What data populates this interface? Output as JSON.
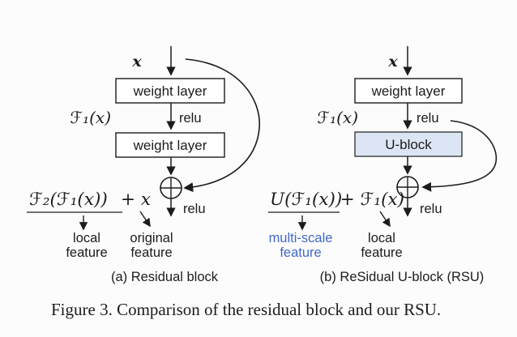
{
  "figure": {
    "caption": "Figure 3. Comparison of the residual block and our RSU.",
    "colors": {
      "ink": "#1c1c1c",
      "ublock_fill": "#dce5f4",
      "multiscale_text": "#4168c8"
    },
    "panel_a": {
      "caption": "(a) Residual block",
      "input_label": "x",
      "weight_layer_1": "weight layer",
      "relu_top": "relu",
      "f1_label": "ℱ₁(x)",
      "weight_layer_2": "weight layer",
      "relu_bottom": "relu",
      "formula_underlined": "ℱ₂(ℱ₁(x))",
      "formula_rest": "+ x",
      "left_feature": [
        "local",
        "feature"
      ],
      "right_feature": [
        "original",
        "feature"
      ]
    },
    "panel_b": {
      "caption": "(b) ReSidual U-block (RSU)",
      "input_label": "x",
      "weight_layer_1": "weight layer",
      "relu_top": "relu",
      "f1_label": "ℱ₁(x)",
      "ublock_label": "U-block",
      "relu_bottom": "relu",
      "formula_underlined": "U(ℱ₁(x))",
      "formula_rest": "+ ℱ₁(x)",
      "left_feature": [
        "multi-scale",
        "feature"
      ],
      "right_feature": [
        "local",
        "feature"
      ]
    }
  }
}
